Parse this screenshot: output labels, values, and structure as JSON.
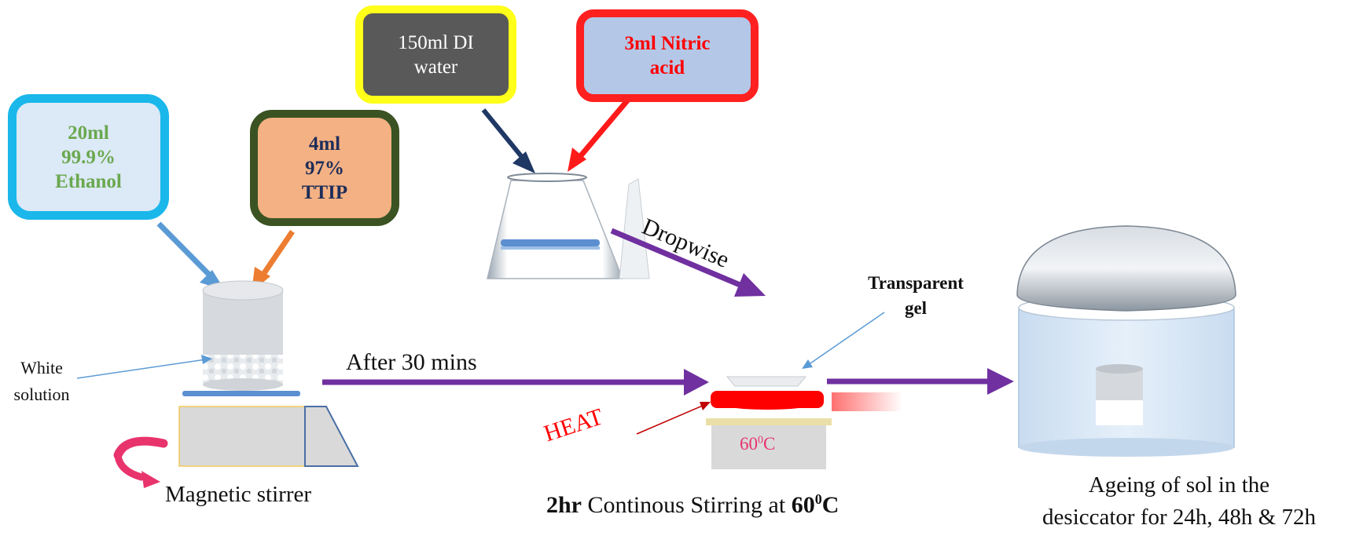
{
  "boxes": {
    "ethanol": {
      "lines": [
        "20ml",
        "99.9%",
        "Ethanol"
      ],
      "text_color": "#6aa84f",
      "border_color": "#1ab7ea",
      "fill": "#dce9f6"
    },
    "ttip": {
      "lines": [
        "4ml",
        "97%",
        "TTIP"
      ],
      "text_color": "#1f2e5a",
      "border_color": "#3b5323",
      "fill": "#f4b183"
    },
    "water": {
      "lines": [
        "150ml DI",
        "water"
      ],
      "text_color": "#ffffff",
      "border_color": "#ffff1a",
      "fill": "#595959"
    },
    "nitric": {
      "lines": [
        "3ml Nitric",
        "acid"
      ],
      "text_color": "#ff0000",
      "border_color": "#ff2020",
      "fill": "#b4c7e7"
    }
  },
  "labels": {
    "white_solution": [
      "White",
      "solution"
    ],
    "magnetic_stirrer": "Magnetic stirrer",
    "after_30_mins": "After 30 mins",
    "dropwise": "Dropwise",
    "transparent_gel": [
      "Transparent",
      "gel"
    ],
    "heat": "HEAT",
    "temp_base": "60",
    "temp_sup": "0",
    "temp_unit": "C",
    "stirring": {
      "bold_a": "2hr",
      "middle": " Continous Stirring at ",
      "bold_b": "60",
      "sup": "0",
      "bold_c": "C"
    },
    "ageing": [
      "Ageing of sol in the",
      "desiccator for 24h, 48h & 72h"
    ]
  },
  "colors": {
    "purple_arrow": "#7030a0",
    "blue_pointer": "#5b9bd5",
    "ethanol_arrow": "#5b9bd5",
    "ttip_arrow": "#ed7d31",
    "water_arrow": "#1f3864",
    "nitric_arrow": "#ff1a1a",
    "heat_red": "#ff0000",
    "temp_pink": "#e8336d"
  }
}
